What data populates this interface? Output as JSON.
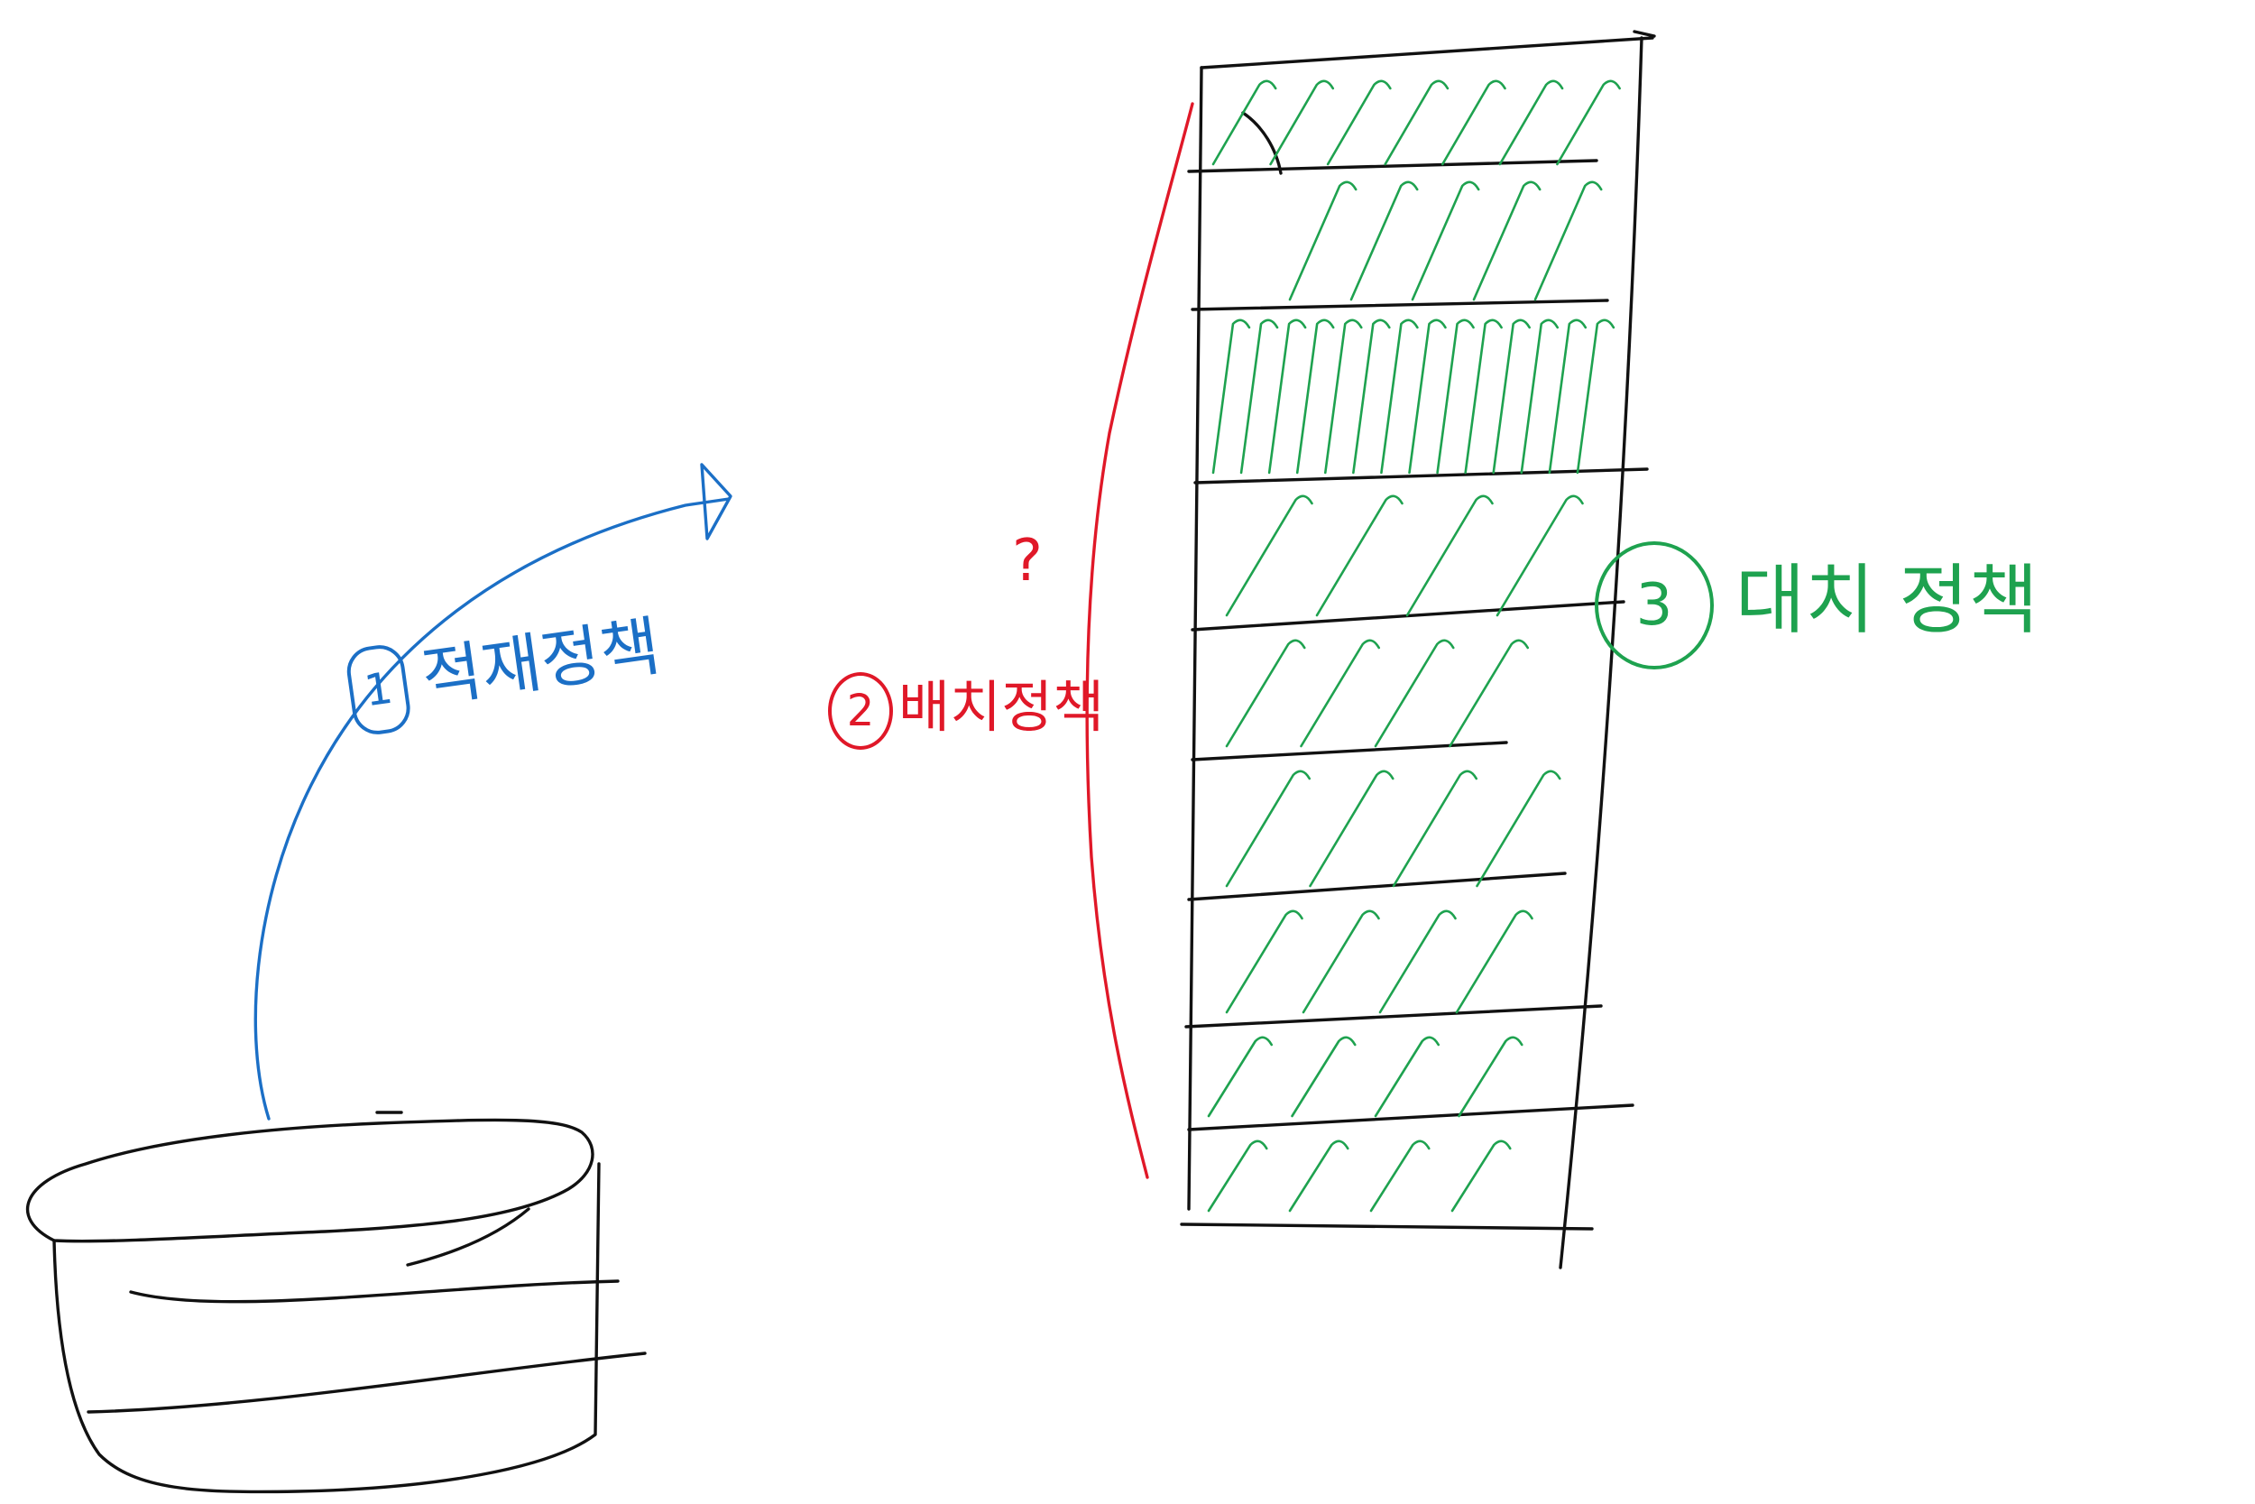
{
  "labels": {
    "stacking": {
      "number": "1",
      "text": "적재정책"
    },
    "placement": {
      "number": "2",
      "text": "배치정책",
      "question": "?"
    },
    "replacement": {
      "number": "3",
      "text": "대치 정책"
    }
  },
  "colors": {
    "stacking": "#1b6fc6",
    "placement": "#e01828",
    "replacement": "#1ea24f",
    "outline": "#111111"
  },
  "diagram": {
    "storage_slots": 9
  }
}
